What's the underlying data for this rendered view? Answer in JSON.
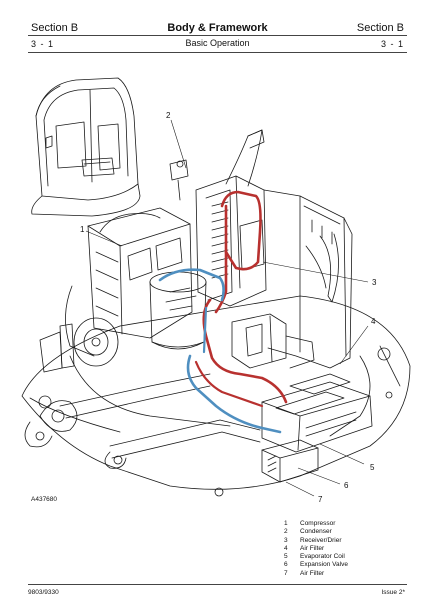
{
  "header": {
    "section_left": "Section B",
    "title": "Body & Framework",
    "section_right": "Section B",
    "page_left": "3 - 1",
    "subtitle": "Basic Operation",
    "page_right": "3 - 1"
  },
  "figure": {
    "id": "A437680",
    "callouts": [
      "1",
      "2",
      "3",
      "4",
      "5",
      "6",
      "7"
    ]
  },
  "legend": [
    {
      "num": "1",
      "label": "Compressor"
    },
    {
      "num": "2",
      "label": "Condenser"
    },
    {
      "num": "3",
      "label": "Receiver/Drier"
    },
    {
      "num": "4",
      "label": "Air Filter"
    },
    {
      "num": "5",
      "label": "Evaporator Coil"
    },
    {
      "num": "6",
      "label": "Expansion Valve"
    },
    {
      "num": "7",
      "label": "Air Filter"
    }
  ],
  "footer": {
    "doc_number": "9803/9330",
    "issue": "Issue 2*"
  },
  "colors": {
    "high_pressure_line": "#b8312f",
    "low_pressure_line": "#4f8fc0",
    "line_art": "#1a1a1a"
  }
}
